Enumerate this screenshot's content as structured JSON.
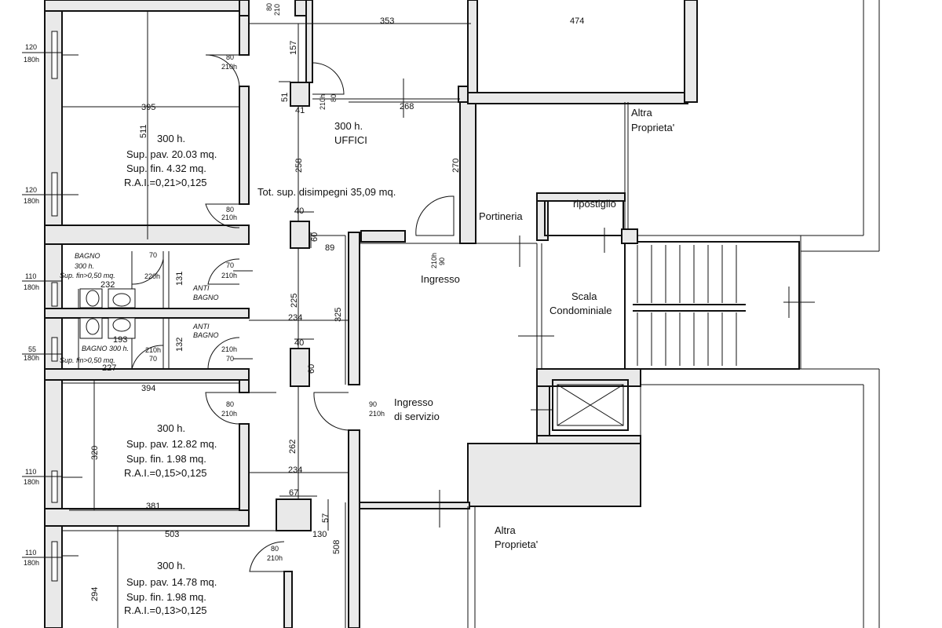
{
  "room_top_left": {
    "height": "300 h.",
    "floor": "Sup. pav. 20.03 mq.",
    "finish": "Sup. fin. 4.32 mq.",
    "rai": "R.A.I.=0,21>0,125"
  },
  "room_mid_left": {
    "height": "300 h.",
    "floor": "Sup. pav. 12.82 mq.",
    "finish": "Sup. fin. 1.98 mq.",
    "rai": "R.A.I.=0,15>0,125"
  },
  "room_bottom_left": {
    "height": "300 h.",
    "floor": "Sup. pav. 14.78 mq.",
    "finish": "Sup. fin. 1.98 mq.",
    "rai": "R.A.I.=0,13>0,125"
  },
  "uffici": {
    "height": "300 h.",
    "name": "UFFICI"
  },
  "corridor_total": "Tot. sup. disimpegni 35,09 mq.",
  "bagno1": {
    "name": "BAGNO",
    "height": "300 h.",
    "finish": "Sup. fin>0,50 mq."
  },
  "bagno2": {
    "name": "BAGNO 300 h.",
    "finish": "Sup. fin>0,50 mq."
  },
  "antibagno": "ANTI BAGNO",
  "labels": {
    "ingresso": "Ingresso",
    "ingresso_servizio_1": "Ingresso",
    "ingresso_servizio_2": "di servizio",
    "portineria": "Portineria",
    "ripostiglio": "ripostiglio",
    "scala_1": "Scala",
    "scala_2": "Condominiale",
    "altra_1": "Altra",
    "altra_2": "Proprieta'"
  },
  "dims": {
    "d353": "353",
    "d474": "474",
    "d157": "157",
    "d51": "51",
    "d41": "41",
    "d80": "80",
    "d210h": "210h",
    "d210": "210",
    "d268": "268",
    "d270": "270",
    "d258": "258",
    "d395": "395",
    "d511": "511",
    "d40": "40",
    "d60": "60",
    "d89": "89",
    "d225": "225",
    "d325": "325",
    "d234": "234",
    "d70": "70",
    "d220h": "220h",
    "d131": "131",
    "d232": "232",
    "d193": "193",
    "d132": "132",
    "d227": "227",
    "d394": "394",
    "d320": "320",
    "d262": "262",
    "d90": "90",
    "d381": "381",
    "d67": "67",
    "d57": "57",
    "d503": "503",
    "d130": "130",
    "d508": "508",
    "d294": "294",
    "d120": "120",
    "d180h": "180h",
    "d110": "110",
    "d55": "55"
  }
}
